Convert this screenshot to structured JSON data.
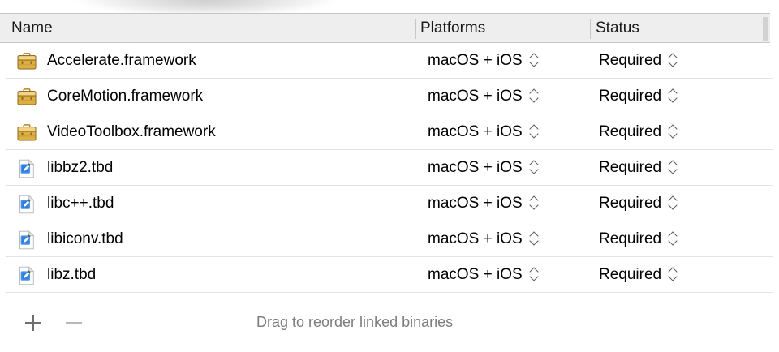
{
  "table": {
    "columns": [
      {
        "key": "name",
        "label": "Name"
      },
      {
        "key": "platforms",
        "label": "Platforms"
      },
      {
        "key": "status",
        "label": "Status"
      }
    ],
    "rows": [
      {
        "icon": "framework-toolbox-icon",
        "name": "Accelerate.framework",
        "platforms": "macOS + iOS",
        "status": "Required"
      },
      {
        "icon": "framework-toolbox-icon",
        "name": "CoreMotion.framework",
        "platforms": "macOS + iOS",
        "status": "Required"
      },
      {
        "icon": "framework-toolbox-icon",
        "name": "VideoToolbox.framework",
        "platforms": "macOS + iOS",
        "status": "Required"
      },
      {
        "icon": "tbd-document-icon",
        "name": "libbz2.tbd",
        "platforms": "macOS + iOS",
        "status": "Required"
      },
      {
        "icon": "tbd-document-icon",
        "name": "libc++.tbd",
        "platforms": "macOS + iOS",
        "status": "Required"
      },
      {
        "icon": "tbd-document-icon",
        "name": "libiconv.tbd",
        "platforms": "macOS + iOS",
        "status": "Required"
      },
      {
        "icon": "tbd-document-icon",
        "name": "libz.tbd",
        "platforms": "macOS + iOS",
        "status": "Required"
      }
    ]
  },
  "footer": {
    "add_label": "+",
    "remove_label": "−",
    "hint": "Drag to reorder linked binaries"
  },
  "colors": {
    "header_background": "#eeeeee",
    "row_background": "#ffffff",
    "row_separator": "#e3e3e3",
    "header_text": "#1a1a1a",
    "row_text": "#000000",
    "hint_text": "#7c7c7c",
    "chevron": "#5a5a5a",
    "add_icon": "#6e6e6e",
    "remove_icon_disabled": "#b8b8b8",
    "framework_icon": "#d9a537",
    "tbd_icon": "#3f8ae8"
  }
}
